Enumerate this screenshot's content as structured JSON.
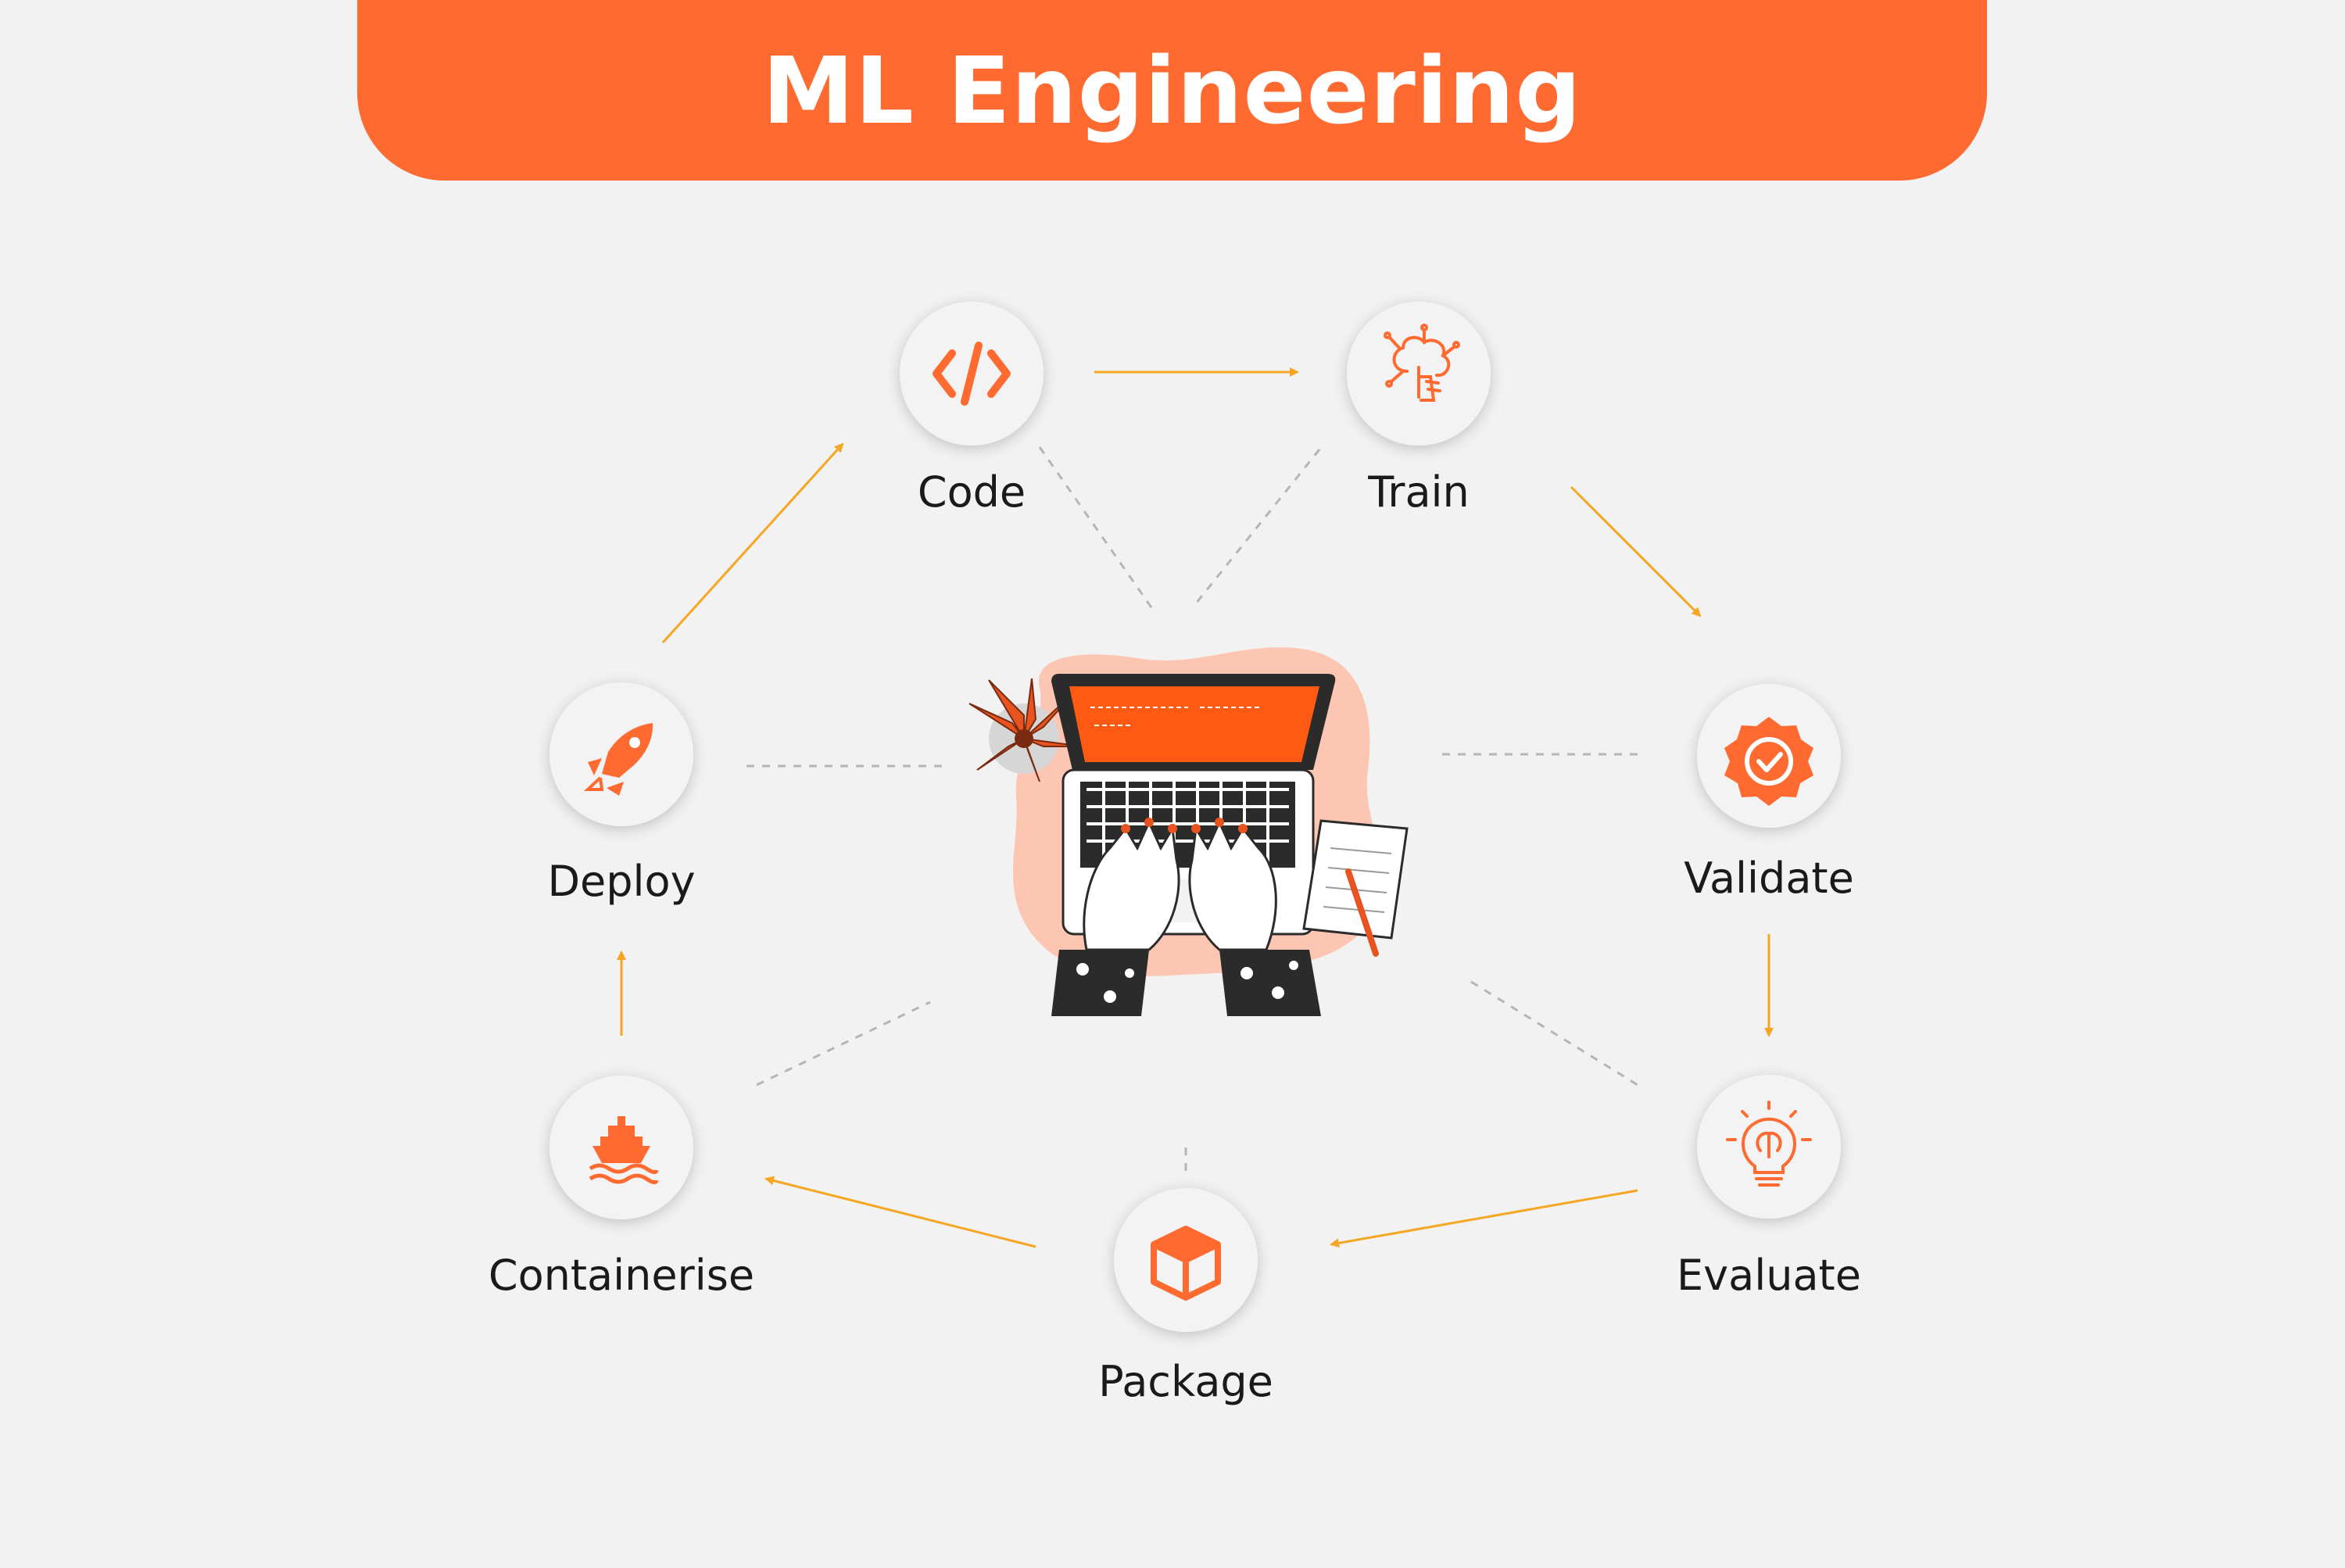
{
  "title": "ML Engineering",
  "colors": {
    "accent": "#ff6a30",
    "arrow": "#f5a623",
    "dashed": "#b5b5b5",
    "circle": "#f3f3f3",
    "background": "#f2f2f2"
  },
  "nodes": [
    {
      "id": "code",
      "label": "Code",
      "icon": "code-icon"
    },
    {
      "id": "train",
      "label": "Train",
      "icon": "brain-hand-icon"
    },
    {
      "id": "validate",
      "label": "Validate",
      "icon": "verified-badge-icon"
    },
    {
      "id": "evaluate",
      "label": "Evaluate",
      "icon": "lightbulb-brain-icon"
    },
    {
      "id": "package",
      "label": "Package",
      "icon": "cube-icon"
    },
    {
      "id": "containerise",
      "label": "Containerise",
      "icon": "ship-icon"
    },
    {
      "id": "deploy",
      "label": "Deploy",
      "icon": "rocket-icon"
    }
  ],
  "flow": [
    "code",
    "train",
    "validate",
    "evaluate",
    "package",
    "containerise",
    "deploy",
    "code"
  ],
  "center_illustration": "laptop-typing-illustration"
}
